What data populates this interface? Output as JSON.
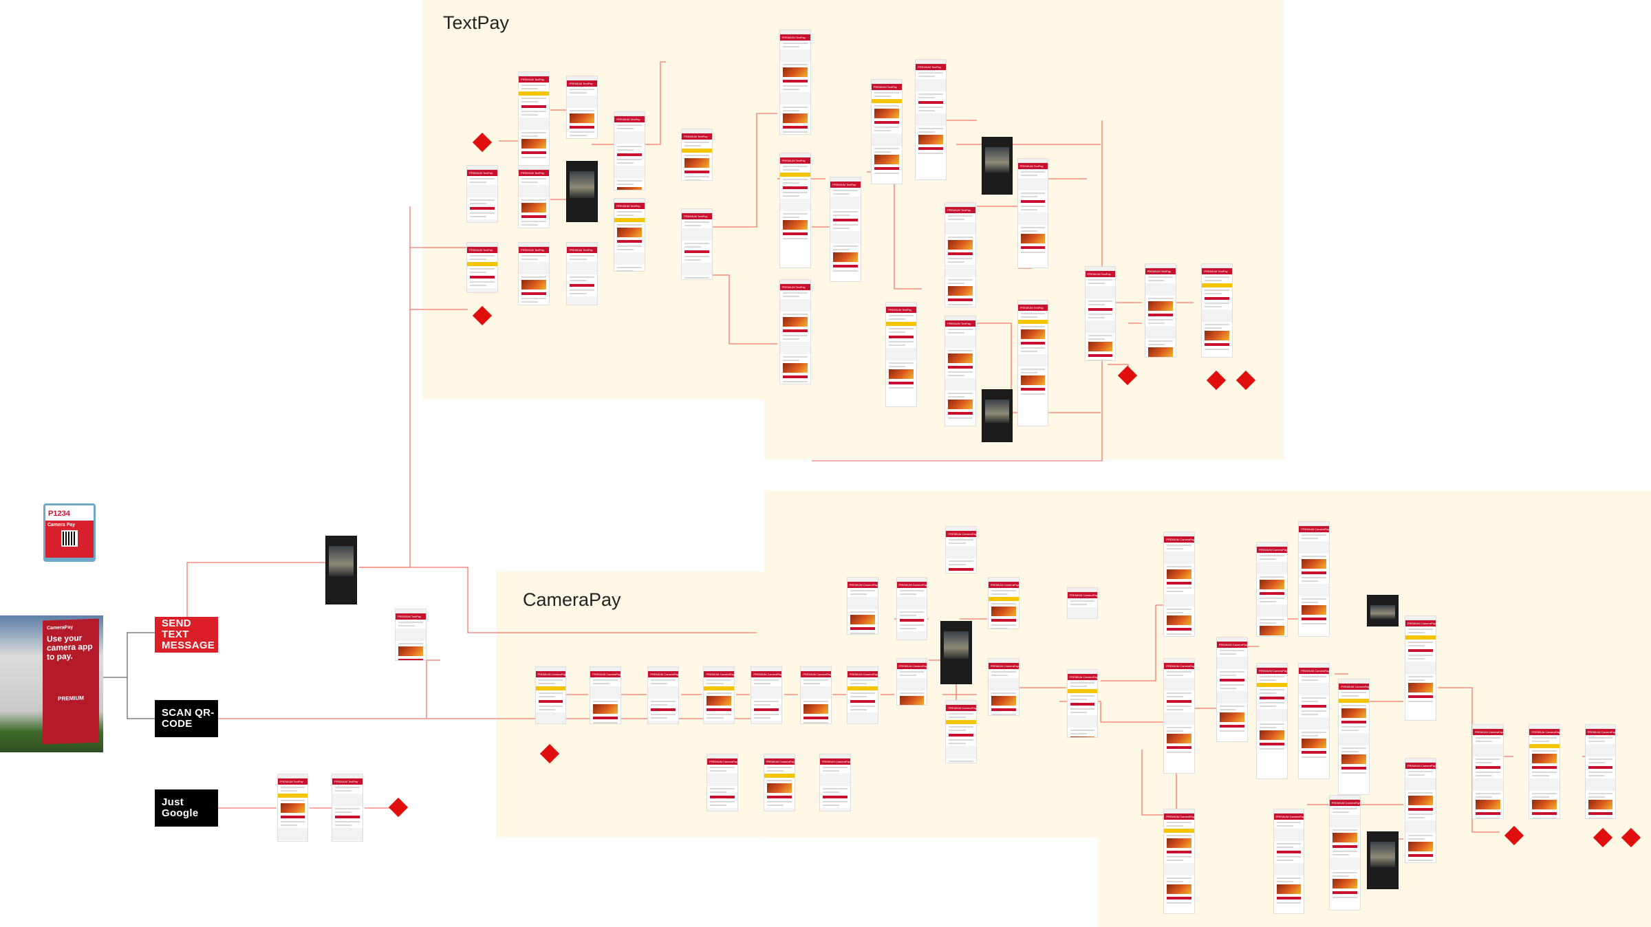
{
  "sections": {
    "textpay": "TextPay",
    "camerapay": "CameraPay"
  },
  "entry_points": {
    "send_text": "SEND TEXT MESSAGE",
    "scan_qr": "SCAN QR-CODE",
    "just_google": "Just Google"
  },
  "sign_card": {
    "location_label": "P1234",
    "product": "Camera Pay"
  },
  "sign_photo": {
    "brand": "CameraPay",
    "headline": "Use your camera app to pay.",
    "logo": "PREMIUM"
  },
  "phone_header": {
    "brand": "PREMIUM",
    "textpay": "TextPay",
    "camerapay": "CameraPay"
  },
  "colors": {
    "accent": "#c8102e",
    "region": "#fff8e6",
    "connector": "#f06a4a"
  }
}
